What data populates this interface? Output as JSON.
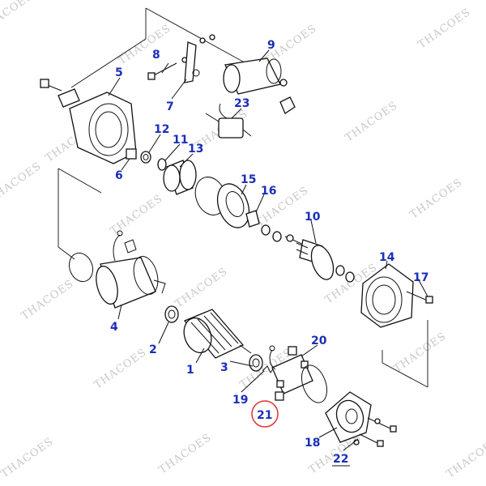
{
  "watermark": "THACOES",
  "highlight_color": "#e0342c",
  "label_color": "#1a2fb8",
  "callouts": [
    "1",
    "2",
    "3",
    "4",
    "5",
    "6",
    "7",
    "8",
    "9",
    "10",
    "11",
    "12",
    "13",
    "14",
    "15",
    "16",
    "17",
    "18",
    "19",
    "20",
    "21",
    "22",
    "23"
  ],
  "highlighted_callout": "21"
}
